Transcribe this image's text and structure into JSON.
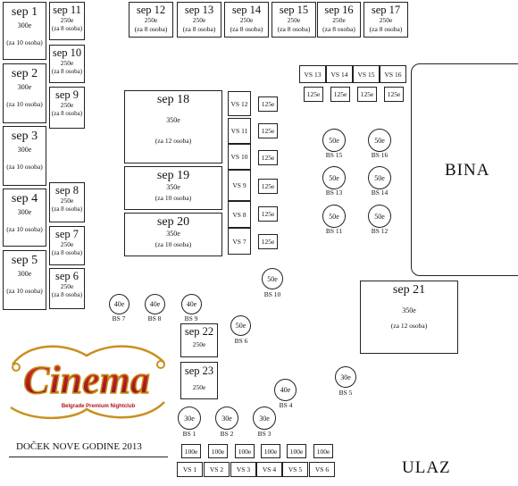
{
  "stage_label": "BINA",
  "entrance_label": "ULAZ",
  "event_title": "DOČEK NOVE GODINE 2013",
  "logo": {
    "name": "Cinema",
    "subtitle": "Belgrade Premium Nightclub"
  },
  "colors": {
    "logo_red": "#b3121a",
    "logo_gold": "#c9901e",
    "line": "#222222"
  },
  "left_column": [
    {
      "id": "sep1",
      "name": "sep 1",
      "price": "300e",
      "capacity": "(za 10 osoba)"
    },
    {
      "id": "sep2",
      "name": "sep 2",
      "price": "300e",
      "capacity": "(za 10 osoba)"
    },
    {
      "id": "sep3",
      "name": "sep 3",
      "price": "300e",
      "capacity": "(za 10 osoba)"
    },
    {
      "id": "sep4",
      "name": "sep 4",
      "price": "300e",
      "capacity": "(za 10 osoba)"
    },
    {
      "id": "sep5",
      "name": "sep 5",
      "price": "300e",
      "capacity": "(za 10 osoba)"
    }
  ],
  "inner_column": [
    {
      "id": "sep11",
      "name": "sep 11",
      "price": "250e",
      "capacity": "(za 8 osoba)"
    },
    {
      "id": "sep10",
      "name": "sep 10",
      "price": "250e",
      "capacity": "(za 8 osoba)"
    },
    {
      "id": "sep9",
      "name": "sep 9",
      "price": "250e",
      "capacity": "(za 8 osoba)"
    },
    {
      "id": "sep8",
      "name": "sep 8",
      "price": "250e",
      "capacity": "(za 8 osoba)"
    },
    {
      "id": "sep7",
      "name": "sep 7",
      "price": "250e",
      "capacity": "(za 8 osoba)"
    },
    {
      "id": "sep6",
      "name": "sep 6",
      "price": "250e",
      "capacity": "(za 8 osoba)"
    }
  ],
  "top_row": [
    {
      "id": "sep12",
      "name": "sep 12",
      "price": "250e",
      "capacity": "(za 8 osoba)"
    },
    {
      "id": "sep13",
      "name": "sep 13",
      "price": "250e",
      "capacity": "(za 8 osoba)"
    },
    {
      "id": "sep14",
      "name": "sep 14",
      "price": "250e",
      "capacity": "(za 8 osoba)"
    },
    {
      "id": "sep15",
      "name": "sep 15",
      "price": "250e",
      "capacity": "(za 8 osoba)"
    },
    {
      "id": "sep16",
      "name": "sep 16",
      "price": "250e",
      "capacity": "(za 8 osoba)"
    },
    {
      "id": "sep17",
      "name": "sep 17",
      "price": "250e",
      "capacity": "(za 8 osoba)"
    }
  ],
  "center": [
    {
      "id": "sep18",
      "name": "sep 18",
      "price": "350e",
      "capacity": "(za 12 osoba)"
    },
    {
      "id": "sep19",
      "name": "sep 19",
      "price": "350e",
      "capacity": "(za 10 osoba)"
    },
    {
      "id": "sep20",
      "name": "sep 20",
      "price": "350e",
      "capacity": "(za 10 osoba)"
    }
  ],
  "sep21": {
    "name": "sep 21",
    "price": "350e",
    "capacity": "(za 12 osoba)"
  },
  "sep22": {
    "name": "sep 22",
    "price": "250e"
  },
  "sep23": {
    "name": "sep 23",
    "price": "250e"
  },
  "vs_column": [
    {
      "label": "VS 12",
      "price": "125e"
    },
    {
      "label": "VS 11",
      "price": "125e"
    },
    {
      "label": "VS 10",
      "price": "125e"
    },
    {
      "label": "VS 9",
      "price": "125e"
    },
    {
      "label": "VS 8",
      "price": "125e"
    },
    {
      "label": "VS 7",
      "price": "125e"
    }
  ],
  "vs_top": [
    {
      "label": "VS 13",
      "price": "125e"
    },
    {
      "label": "VS 14",
      "price": "125e"
    },
    {
      "label": "VS 15",
      "price": "125e"
    },
    {
      "label": "VS 16",
      "price": "125e"
    }
  ],
  "vs_bottom": [
    {
      "label": "VS 1",
      "price": "100e"
    },
    {
      "label": "VS 2",
      "price": "100e"
    },
    {
      "label": "VS 3",
      "price": "100e"
    },
    {
      "label": "VS 4",
      "price": "100e"
    },
    {
      "label": "VS 5",
      "price": "100e"
    },
    {
      "label": "VS 6",
      "price": "100e"
    }
  ],
  "bar_stools": {
    "bs15": {
      "label": "BS 15",
      "price": "50e"
    },
    "bs16": {
      "label": "BS 16",
      "price": "50e"
    },
    "bs13": {
      "label": "BS 13",
      "price": "50e"
    },
    "bs14": {
      "label": "BS 14",
      "price": "50e"
    },
    "bs11": {
      "label": "BS 11",
      "price": "50e"
    },
    "bs12": {
      "label": "BS 12",
      "price": "50e"
    },
    "bs10": {
      "label": "BS 10",
      "price": "50e"
    },
    "bs7": {
      "label": "BS 7",
      "price": "40e"
    },
    "bs8": {
      "label": "BS 8",
      "price": "40e"
    },
    "bs9": {
      "label": "BS 9",
      "price": "40e"
    },
    "bs6": {
      "label": "BS 6",
      "price": "50e"
    },
    "bs5": {
      "label": "BS 5",
      "price": "30e"
    },
    "bs4": {
      "label": "BS 4",
      "price": "40e"
    },
    "bs1": {
      "label": "BS 1",
      "price": "30e"
    },
    "bs2": {
      "label": "BS 2",
      "price": "30e"
    },
    "bs3": {
      "label": "BS 3",
      "price": "30e"
    }
  }
}
